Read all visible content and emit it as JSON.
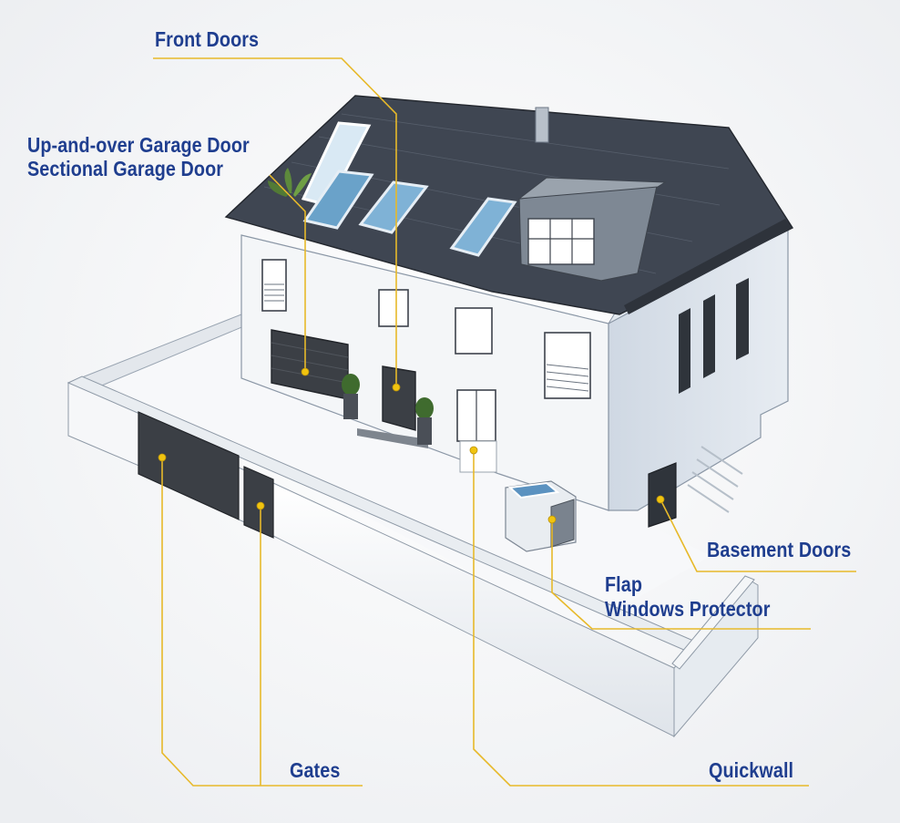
{
  "labels": {
    "front_doors": "Front Doors",
    "garage_line1": "Up-and-over Garage Door",
    "garage_line2": "Sectional Garage Door",
    "basement_doors": "Basement Doors",
    "flap_line1": "Flap",
    "flap_line2": "Windows Protector",
    "gates": "Gates",
    "quickwall": "Quickwall"
  },
  "colors": {
    "label_text": "#1f3e8f",
    "leader_line": "#e7b92a",
    "marker_dot": "#f1c40f",
    "roof": "#3f4652",
    "wall": "#f4f6f8",
    "door": "#3b3f45"
  }
}
